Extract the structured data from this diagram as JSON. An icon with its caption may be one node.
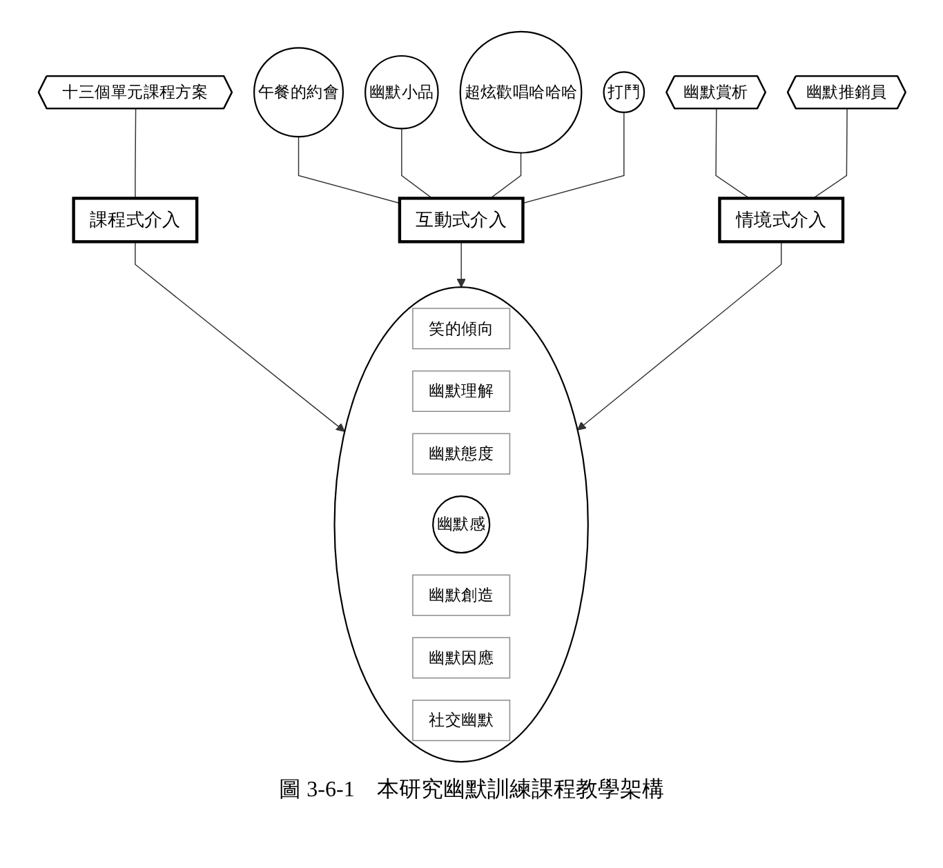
{
  "diagram": {
    "caption": "圖 3-6-1　本研究幽默訓練課程教學架構",
    "nodes": [
      {
        "text": [
          "十三個單元課程方案"
        ]
      },
      {
        "text": [
          "課程式介入"
        ]
      },
      {
        "text": [
          "互動式介入"
        ]
      },
      {
        "text": [],
        "shape": "circle"
      },
      {
        "text": [
          "笑的傾向"
        ],
        "in": 3
      },
      {
        "text": [
          "幽默理解"
        ],
        "in": 3
      },
      {
        "text": [
          "幽默態度"
        ],
        "in": 3
      },
      {
        "text": [
          "幽默感"
        ],
        "in": 3
      },
      {
        "text": [
          "幽默創造"
        ],
        "in": 3
      },
      {
        "text": [
          "幽默因應"
        ],
        "in": 3
      },
      {
        "text": [
          "社交幽默"
        ],
        "in": 3
      },
      {
        "text": [
          "情境式介入"
        ]
      },
      {
        "text": [
          "午餐的約會"
        ]
      },
      {
        "text": [
          "幽默小品"
        ]
      },
      {
        "text": [
          "超炫歡唱哈哈哈"
        ]
      },
      {
        "text": [
          "打鬥"
        ]
      },
      {
        "text": [
          "幽默賞析"
        ]
      },
      {
        "text": [
          "幽默推銷員"
        ]
      }
    ],
    "edges": [
      {
        "from": 0,
        "to": 1,
        "arrow": "none"
      },
      {
        "from": 1,
        "to": 3,
        "arrow": "to"
      },
      {
        "from": 2,
        "to": 3,
        "arrow": "to"
      },
      {
        "from": 11,
        "to": 3,
        "arrow": "to"
      },
      {
        "from": 12,
        "to": 2,
        "arrow": "none"
      },
      {
        "from": 13,
        "to": 2,
        "arrow": "none"
      },
      {
        "from": 14,
        "to": 2,
        "arrow": "none"
      },
      {
        "from": 15,
        "to": 2,
        "arrow": "none"
      },
      {
        "from": 16,
        "to": 11,
        "arrow": "none"
      },
      {
        "from": 17,
        "to": 11,
        "arrow": "none"
      }
    ]
  }
}
